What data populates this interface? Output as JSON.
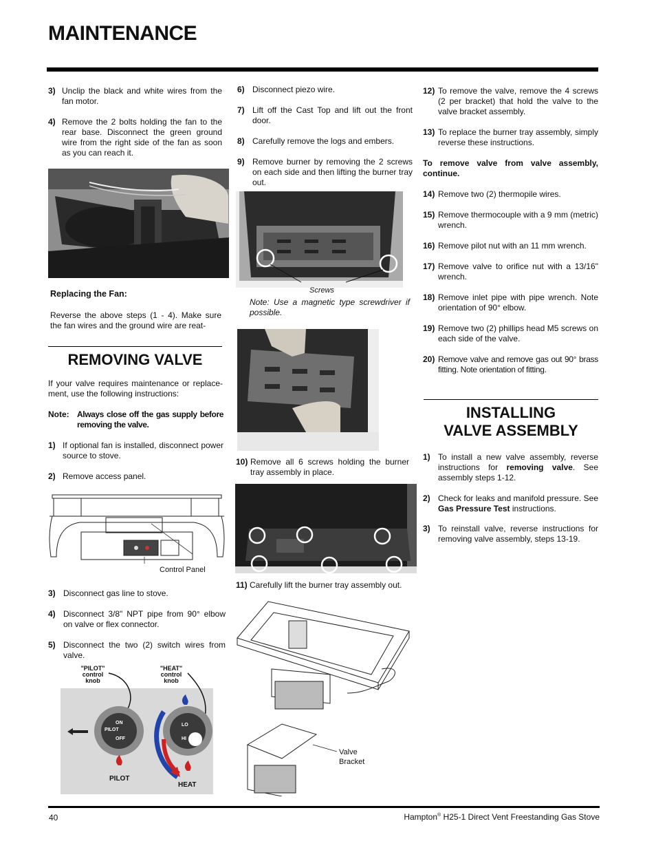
{
  "page_title": "MAINTENANCE",
  "col1": {
    "steps_a": [
      {
        "num": "3)",
        "text": "Unclip the black and white wires from the fan motor."
      },
      {
        "num": "4)",
        "text": "Remove the 2 bolts holding the fan to the rear base. Disconnect the green ground wire from the right side of the fan as soon as you can reach it."
      }
    ],
    "replacing_fan_heading": "Replacing the Fan:",
    "replacing_fan_text": "Reverse the above steps (1 - 4). Make sure the fan wires and the ground wire are reat-",
    "removing_valve_heading": "REMOVING VALVE",
    "intro": "If your valve requires maintenance or replace-ment, use the following instructions:",
    "note_label": "Note:",
    "note_text": "Always close off the gas supply before removing the valve.",
    "steps_b": [
      {
        "num": "1)",
        "text": "If optional fan is installed, disconnect power source to stove."
      },
      {
        "num": "2)",
        "text": "Remove access panel."
      }
    ],
    "control_panel_caption": "Control Panel",
    "steps_c": [
      {
        "num": "3)",
        "text": "Disconnect gas line to stove."
      },
      {
        "num": "4)",
        "text": "Disconnect 3/8\" NPT pipe from 90° elbow on valve or flex connector."
      },
      {
        "num": "5)",
        "text": "Disconnect the two (2) switch wires from valve."
      }
    ],
    "pilot_knob_label": "\"PILOT\" control knob",
    "heat_knob_label": "\"HEAT\" control knob",
    "pilot_text": "PILOT",
    "heat_text": "HEAT",
    "knob_on": "ON",
    "knob_pilot": "PILOT",
    "knob_off": "OFF",
    "knob_lo": "LO",
    "knob_hi": "HI"
  },
  "col2": {
    "steps_a": [
      {
        "num": "6)",
        "text": "Disconnect piezo wire."
      },
      {
        "num": "7)",
        "text": "Lift off the Cast Top and lift out the front door."
      },
      {
        "num": "8)",
        "text": "Carefully remove the logs and embers."
      },
      {
        "num": "9)",
        "text": "Remove burner by removing the 2 screws on each side and then lifting the burner tray out."
      }
    ],
    "screws_caption": "Screws",
    "screws_note": "Note: Use a magnetic type screwdriver if possible.",
    "step10": {
      "num": "10)",
      "text": "Remove all 6 screws holding the burner tray assembly in place."
    },
    "step11": {
      "num": "11)",
      "text": "Carefully lift the burner tray assembly out."
    },
    "valve_bracket_caption": "Valve Bracket"
  },
  "col3": {
    "steps_a": [
      {
        "num": "12)",
        "text": "To remove the valve, remove the 4 screws (2 per bracket) that hold the valve to the valve bracket assembly."
      },
      {
        "num": "13)",
        "text": "To replace the burner tray assembly, simply reverse these instructions."
      }
    ],
    "continue_text": "To remove valve from valve assembly, continue.",
    "steps_b": [
      {
        "num": "14)",
        "text": "Remove two (2) thermopile wires."
      },
      {
        "num": "15)",
        "text": "Remove thermocouple with a 9 mm (metric) wrench."
      },
      {
        "num": "16)",
        "text": "Remove pilot nut with an 11 mm wrench."
      },
      {
        "num": "17)",
        "text": "Remove valve to orifice nut with a 13/16\" wrench."
      },
      {
        "num": "18)",
        "text": "Remove inlet pipe with pipe wrench. Note orientation of 90° elbow."
      },
      {
        "num": "19)",
        "text": "Remove two (2) phillips head M5 screws on each side of the valve."
      },
      {
        "num": "20)",
        "text": "Remove valve and remove gas out 90° brass fitting. Note orientation of fitting."
      }
    ],
    "installing_heading_1": "INSTALLING",
    "installing_heading_2": "VALVE ASSEMBLY",
    "install_steps": [
      {
        "num": "1)",
        "pre": "To install a new valve assembly, reverse instructions for ",
        "bold": "removing valve",
        "post": ". See assembly steps 1-12."
      },
      {
        "num": "2)",
        "pre": "Check for leaks and manifold pressure. See ",
        "bold": "Gas Pressure Test",
        "post": " instructions."
      },
      {
        "num": "3)",
        "pre": "To reinstall valve, reverse instructions for removing valve assembly, steps 13-19.",
        "bold": "",
        "post": ""
      }
    ]
  },
  "footer": {
    "page_number": "40",
    "brand": "Hampton",
    "reg": "®",
    "product": " H25-1 Direct Vent Freestanding Gas Stove"
  }
}
